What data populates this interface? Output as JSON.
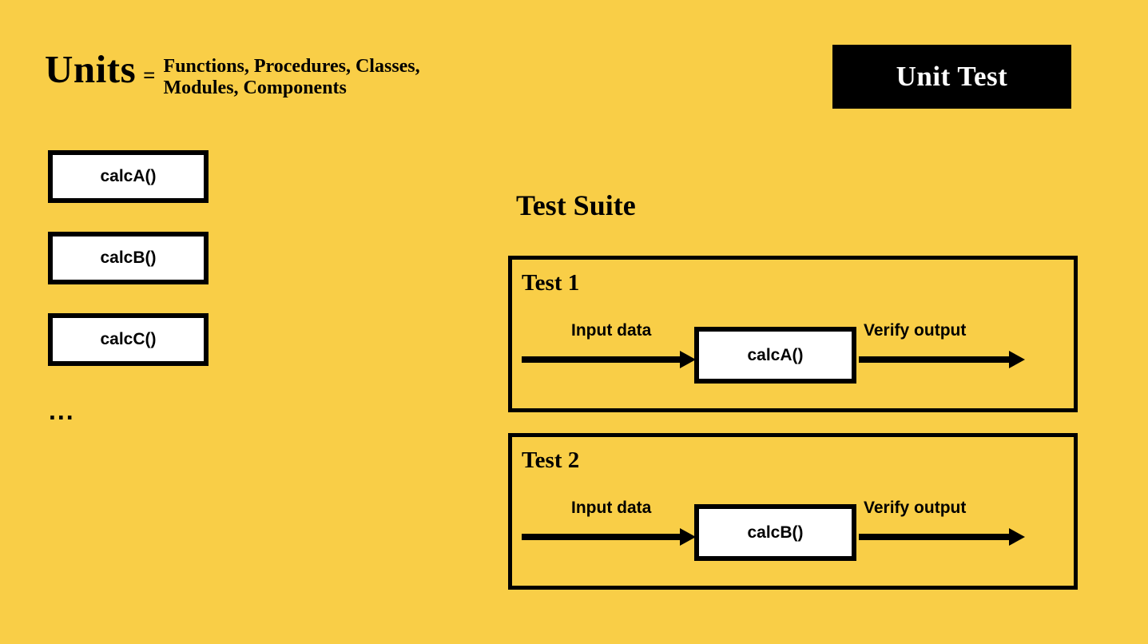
{
  "header": {
    "term": "Units",
    "equals": "=",
    "definition_line1": "Functions, Procedures, Classes,",
    "definition_line2": "Modules, Components",
    "badge_label": "Unit Test",
    "badge_bg": "#000000",
    "badge_text_color": "#FFFFFF"
  },
  "theme": {
    "background": "#F9CE47",
    "ink": "#000000",
    "box_fill": "#FFFFFF"
  },
  "units_column": {
    "boxes": [
      {
        "label": "calcA()"
      },
      {
        "label": "calcB()"
      },
      {
        "label": "calcC()"
      }
    ],
    "more_indicator": "..."
  },
  "test_suite": {
    "title": "Test Suite",
    "tests": [
      {
        "title": "Test 1",
        "input_label": "Input data",
        "unit_label": "calcA()",
        "output_label": "Verify output"
      },
      {
        "title": "Test 2",
        "input_label": "Input data",
        "unit_label": "calcB()",
        "output_label": "Verify output"
      }
    ]
  }
}
